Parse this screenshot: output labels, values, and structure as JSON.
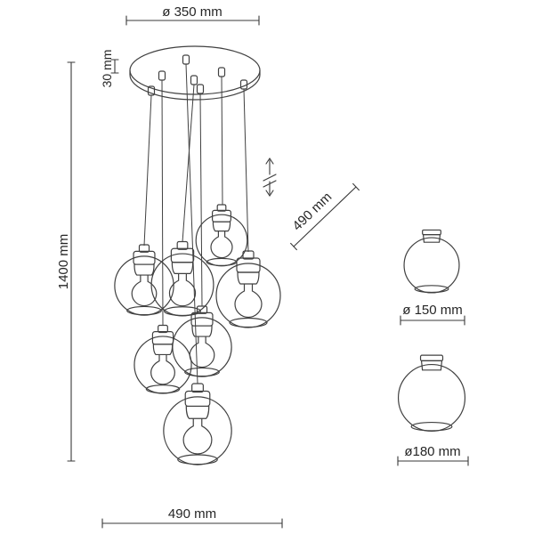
{
  "page": {
    "background_color": "#ffffff"
  },
  "diagram": {
    "kind": "product dimension line drawing",
    "subject": "cluster pendant lamp with seven glass globe shades",
    "line_color": "#404040",
    "text_color": "#262626",
    "pendant_count": 7,
    "labels": {
      "canopy_diameter": "ø 350 mm",
      "canopy_height": "30 mm",
      "overall_height": "1400 mm",
      "cable_length": "490 mm",
      "small_shade_diameter": "ø 150 mm",
      "large_shade_diameter": "ø180 mm",
      "cluster_width": "490 mm"
    },
    "icons": {
      "height_adjustable": "vertical double arrow with break marks"
    }
  }
}
